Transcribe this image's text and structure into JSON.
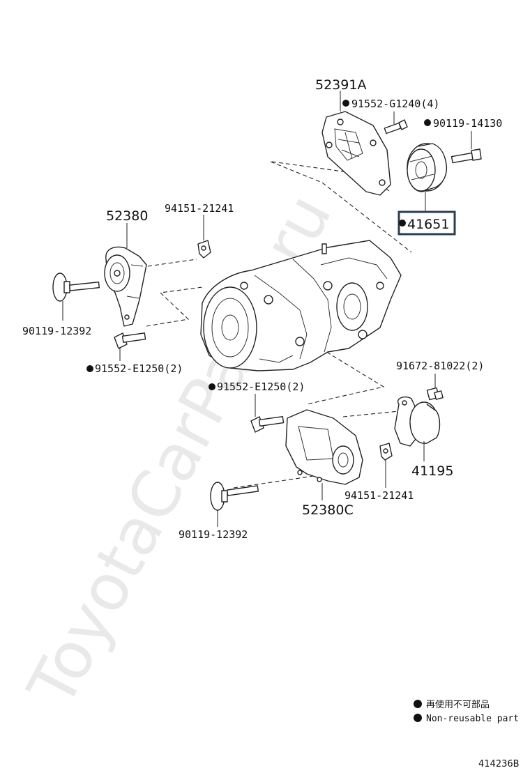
{
  "watermark": "ToyotaCarParts.ru",
  "labels": {
    "p52391A": "52391A",
    "p91552_G1240": "91552-G1240(4)",
    "p90119_14130": "90119-14130",
    "p41651": "41651",
    "p52380": "52380",
    "p94151_21241_top": "94151-21241",
    "p90119_12392_left": "90119-12392",
    "p91552_E1250_left": "91552-E1250(2)",
    "p91552_E1250_mid": "91552-E1250(2)",
    "p91672_81022": "91672-81022(2)",
    "p41195": "41195",
    "p94151_21241_bot": "94151-21241",
    "p52380C": "52380C",
    "p90119_12392_bot": "90119-12392"
  },
  "legend": {
    "jp": "再使用不可部品",
    "en": "Non-reusable part"
  },
  "figure_code": "414236B",
  "colors": {
    "highlight_box": "#2d3e4c"
  }
}
